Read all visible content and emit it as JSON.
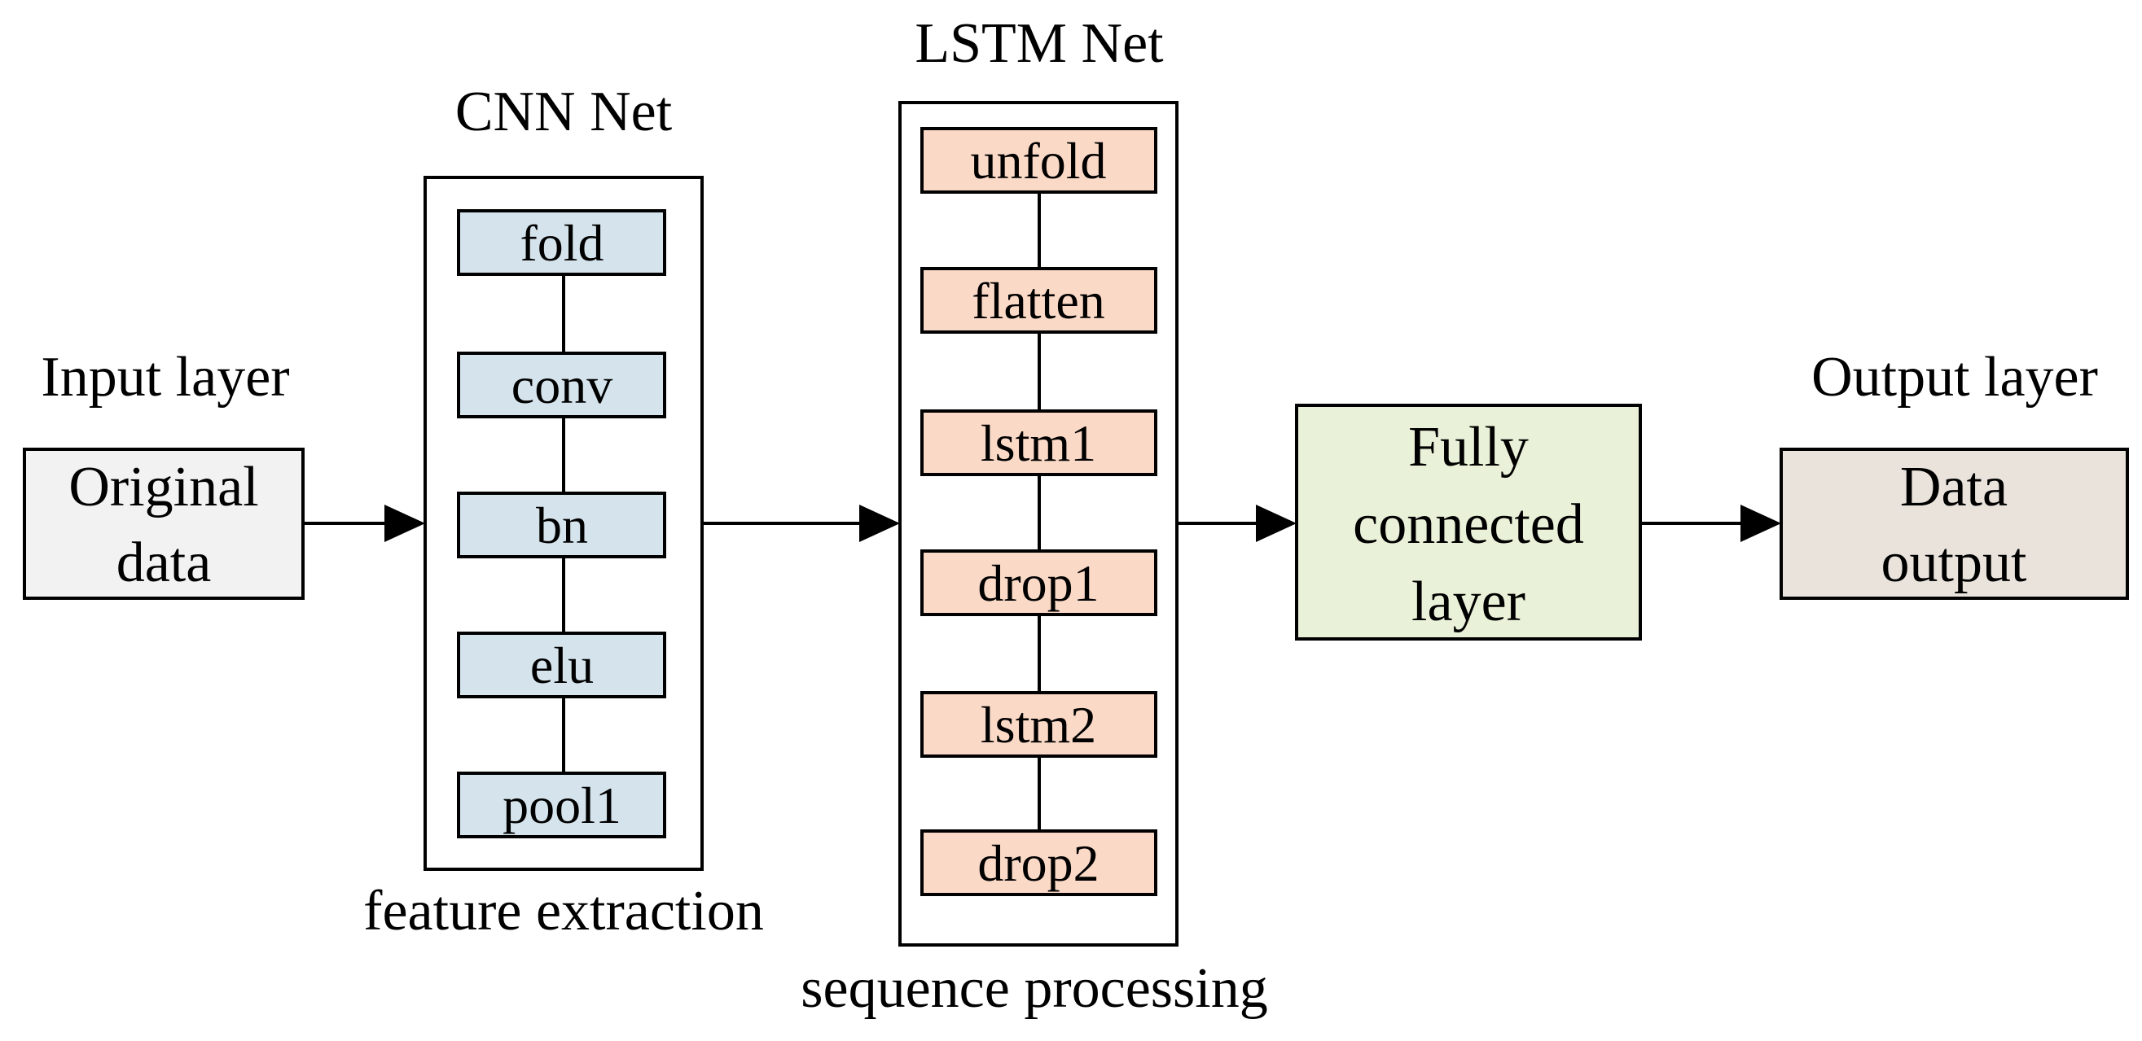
{
  "input": {
    "heading": "Input layer",
    "box_lines": [
      "Original",
      "data"
    ],
    "fill": "#f2f2f2"
  },
  "cnn": {
    "heading": "CNN Net",
    "caption": "feature extraction",
    "layers": [
      "fold",
      "conv",
      "bn",
      "elu",
      "pool1"
    ],
    "layer_fill": "#d5e4ec"
  },
  "lstm": {
    "heading": "LSTM Net",
    "caption": "sequence processing",
    "layers": [
      "unfold",
      "flatten",
      "lstm1",
      "drop1",
      "lstm2",
      "drop2"
    ],
    "layer_fill": "#fbd9c7"
  },
  "fc": {
    "box_lines": [
      "Fully",
      "connected",
      "layer"
    ],
    "fill": "#e9f1d8"
  },
  "output": {
    "heading": "Output layer",
    "box_lines": [
      "Data",
      "output"
    ],
    "fill": "#e9e3dc"
  }
}
